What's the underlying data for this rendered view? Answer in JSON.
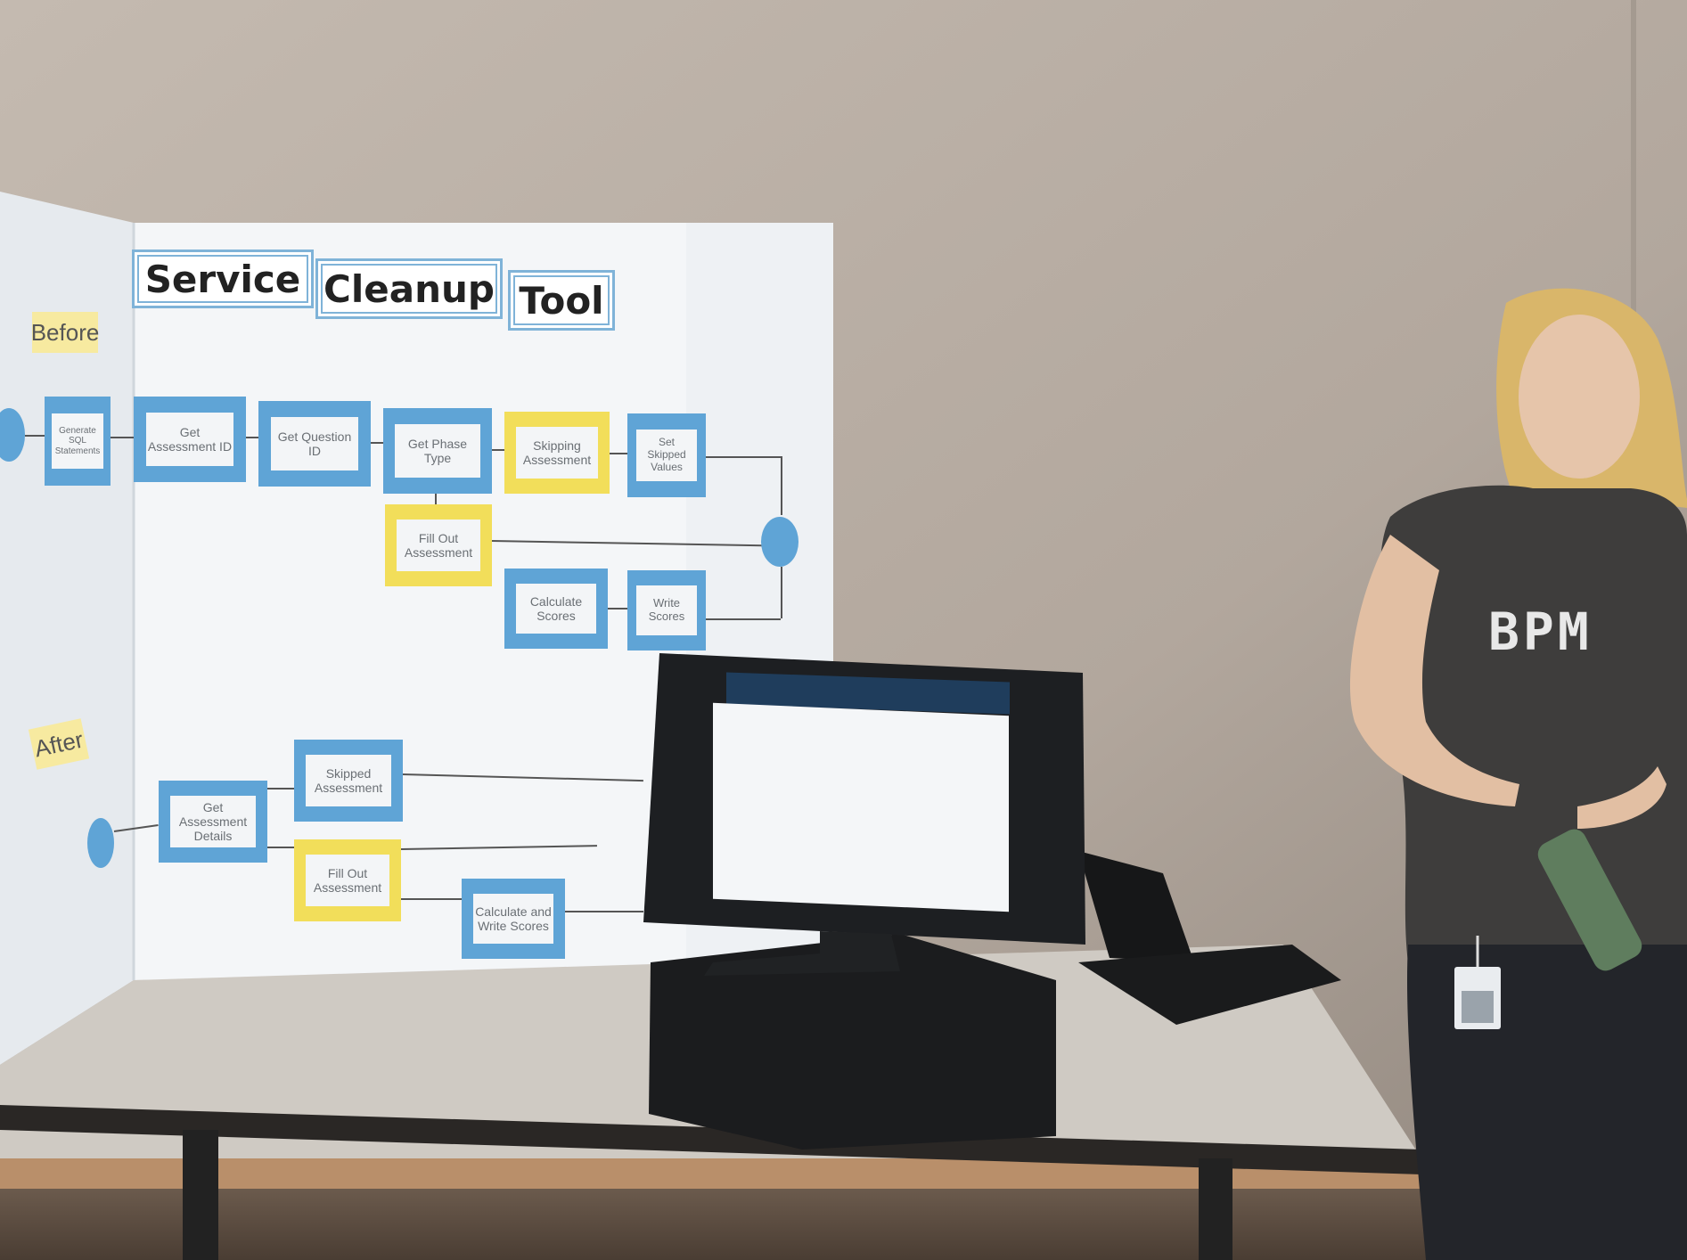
{
  "board": {
    "title_words": [
      "Service",
      "Cleanup",
      "Tool"
    ],
    "before_label": "Before",
    "after_label": "After",
    "before_nodes": [
      {
        "label": "Generate SQL Statements",
        "color": "blue"
      },
      {
        "label": "Get Assessment ID",
        "color": "blue"
      },
      {
        "label": "Get Question ID",
        "color": "blue"
      },
      {
        "label": "Get Phase Type",
        "color": "blue"
      },
      {
        "label": "Skipping Assessment",
        "color": "yellow"
      },
      {
        "label": "Set Skipped Values",
        "color": "blue"
      },
      {
        "label": "Fill Out Assessment",
        "color": "yellow"
      },
      {
        "label": "Calculate Scores",
        "color": "blue"
      },
      {
        "label": "Write Scores",
        "color": "blue"
      }
    ],
    "after_nodes": [
      {
        "label": "Get Assessment Details",
        "color": "blue"
      },
      {
        "label": "Skipped Assessment",
        "color": "blue"
      },
      {
        "label": "Fill Out Assessment",
        "color": "yellow"
      },
      {
        "label": "Calculate and Write Scores",
        "color": "blue"
      }
    ]
  },
  "shirt": {
    "logo": "BPM"
  },
  "colors": {
    "wall": "#b6aca3",
    "board": "#f4f6f8",
    "node_blue": "#5fa4d6",
    "node_yellow": "#f2de5a",
    "table": "#cfcac3",
    "monitor": "#1a1c1f",
    "shirt": "#3e3d3c",
    "hair": "#d9b66a"
  }
}
